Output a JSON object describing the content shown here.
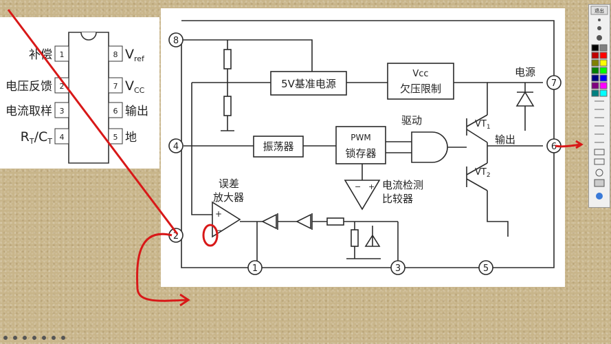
{
  "chip": {
    "left_pins": [
      {
        "label": "补偿",
        "num": "1"
      },
      {
        "label": "电压反馈",
        "num": "2"
      },
      {
        "label": "电流取样",
        "num": "3"
      },
      {
        "label": "RT/CT",
        "num": "4"
      }
    ],
    "right_pins": [
      {
        "label": "Vref",
        "num": "8"
      },
      {
        "label": "VCC",
        "num": "7"
      },
      {
        "label": "输出",
        "num": "6"
      },
      {
        "label": "地",
        "num": "5"
      }
    ],
    "rtct_main": "R",
    "rtct_sub1": "T",
    "rtct_mid": "/C",
    "rtct_sub2": "T",
    "vref_main": "V",
    "vref_sub": "ref",
    "vcc_main": "V",
    "vcc_sub": "CC"
  },
  "schematic": {
    "ref_block": "5V基准电源",
    "uvlo_line1": "Vcc",
    "uvlo_line2": "欠压限制",
    "osc_block": "振荡器",
    "pwm_line1": "PWM",
    "pwm_line2": "锁存器",
    "drive_label": "驱动",
    "power_label": "电源",
    "output_label": "输出",
    "vt1": "VT",
    "vt1_sub": "1",
    "vt2": "VT",
    "vt2_sub": "2",
    "err_amp_line1": "误差",
    "err_amp_line2": "放大器",
    "cur_comp_line1": "电流检测",
    "cur_comp_line2": "比较器",
    "pins": {
      "p8": "8",
      "p7": "7",
      "p6": "6",
      "p5": "5",
      "p4": "4",
      "p3": "3",
      "p2": "2",
      "p1": "1"
    }
  },
  "toolbox": {
    "title": "退出",
    "icon_names": [
      "pen-icon",
      "color-palette",
      "shape-icons"
    ],
    "palette": [
      "#000000",
      "#808080",
      "#c00000",
      "#ff0000",
      "#808000",
      "#ffff00",
      "#008000",
      "#00ff00",
      "#000080",
      "#0000ff",
      "#800080",
      "#ff00ff",
      "#008080",
      "#00ffff"
    ]
  },
  "annotations": {
    "stroke_color": "#d81818"
  }
}
